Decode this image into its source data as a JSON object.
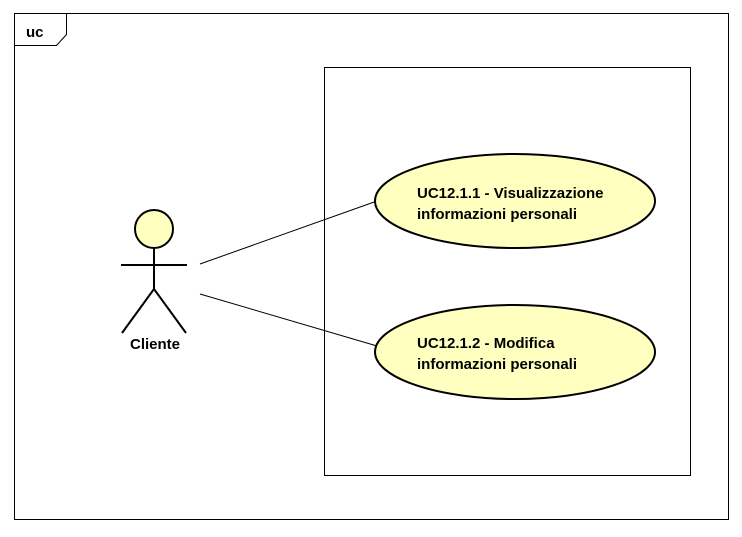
{
  "diagram": {
    "frame_label": "uc",
    "actor": {
      "name": "Cliente"
    },
    "use_cases": [
      {
        "line1": "UC12.1.1 - Visualizzazione",
        "line2": "informazioni personali"
      },
      {
        "line1": "UC12.1.2 - Modifica",
        "line2": "informazioni personali"
      }
    ],
    "colors": {
      "fill": "#FFFFC0",
      "stroke": "#000000",
      "background": "#FFFFFF"
    }
  }
}
